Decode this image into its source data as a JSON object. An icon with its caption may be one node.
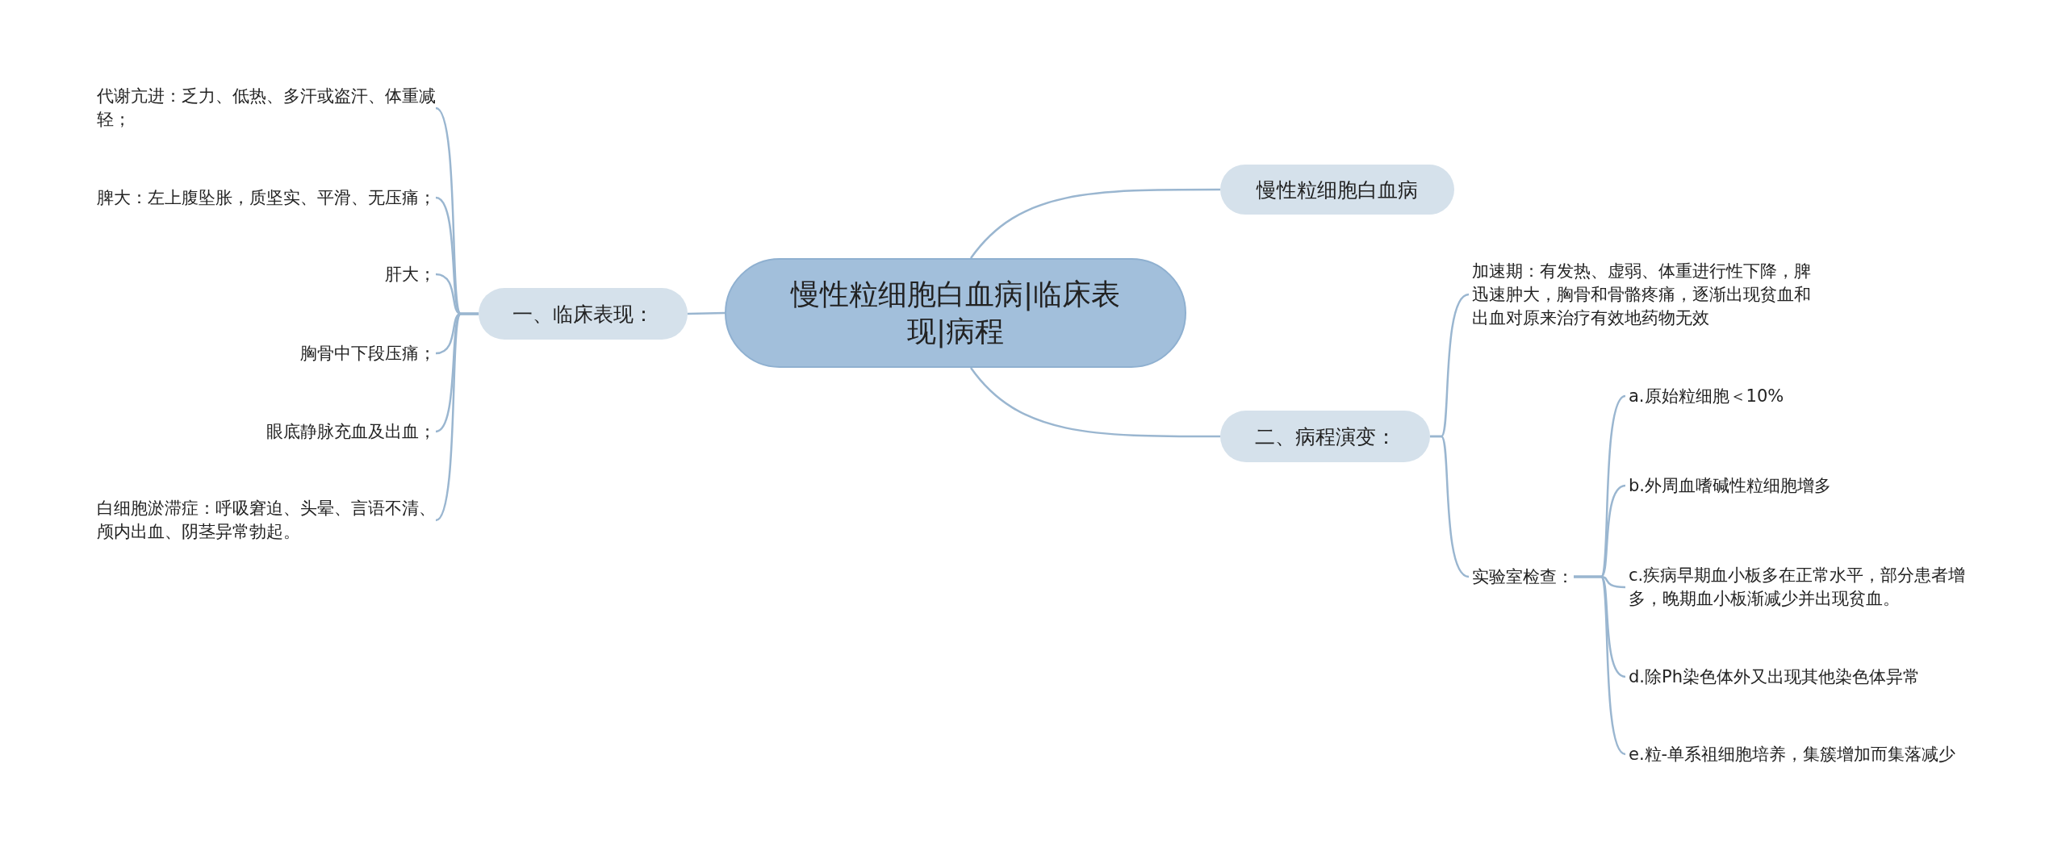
{
  "diagram": {
    "nodes": [
      {
        "text": [
          "慢性粒细胞白血病|临床表现|病程"
        ]
      },
      {
        "text": [
          "慢性粒细胞白血病"
        ]
      },
      {
        "text": [
          "一、临床表现："
        ]
      },
      {
        "text": [
          "二、病程演变："
        ]
      },
      {
        "text": [
          "代谢亢进：乏力、低热、多汗或盗汗、体重减轻；"
        ]
      },
      {
        "text": [
          "脾大：左上腹坠胀，质坚实、平滑、无压痛；"
        ]
      },
      {
        "text": [
          "肝大；"
        ]
      },
      {
        "text": [
          "胸骨中下段压痛；"
        ]
      },
      {
        "text": [
          "眼底静脉充血及出血；"
        ]
      },
      {
        "text": [
          "白细胞淤滞症：呼吸窘迫、头晕、言语不清、颅内出血、阴茎异常勃起。"
        ]
      },
      {
        "text": [
          "加速期：有发热、虚弱、体重进行性下降，脾迅速肿大，胸骨和骨骼疼痛，逐渐出现贫血和出血对原来治疗有效地药物无效"
        ]
      },
      {
        "text": [
          "实验室检查："
        ]
      },
      {
        "text": [
          "a.原始粒细胞＜10%"
        ]
      },
      {
        "text": [
          "b.外周血嗜碱性粒细胞增多"
        ]
      },
      {
        "text": [
          "c.疾病早期血小板多在正常水平，部分患者增多，晚期血小板渐减少并出现贫血。"
        ]
      },
      {
        "text": [
          "d.除Ph染色体外又出现其他染色体异常"
        ]
      },
      {
        "text": [
          "e.粒-单系祖细胞培养，集簇增加而集落减少"
        ]
      }
    ],
    "edges": [
      {
        "from": 0,
        "to": 1,
        "arrow": "none"
      },
      {
        "from": 0,
        "to": 2,
        "arrow": "none"
      },
      {
        "from": 0,
        "to": 3,
        "arrow": "none"
      },
      {
        "from": 2,
        "to": 4,
        "arrow": "none"
      },
      {
        "from": 2,
        "to": 5,
        "arrow": "none"
      },
      {
        "from": 2,
        "to": 6,
        "arrow": "none"
      },
      {
        "from": 2,
        "to": 7,
        "arrow": "none"
      },
      {
        "from": 2,
        "to": 8,
        "arrow": "none"
      },
      {
        "from": 2,
        "to": 9,
        "arrow": "none"
      },
      {
        "from": 3,
        "to": 10,
        "arrow": "none"
      },
      {
        "from": 3,
        "to": 11,
        "arrow": "none"
      },
      {
        "from": 11,
        "to": 12,
        "arrow": "none"
      },
      {
        "from": 11,
        "to": 13,
        "arrow": "none"
      },
      {
        "from": 11,
        "to": 14,
        "arrow": "none"
      },
      {
        "from": 11,
        "to": 15,
        "arrow": "none"
      },
      {
        "from": 11,
        "to": 16,
        "arrow": "none"
      }
    ]
  }
}
